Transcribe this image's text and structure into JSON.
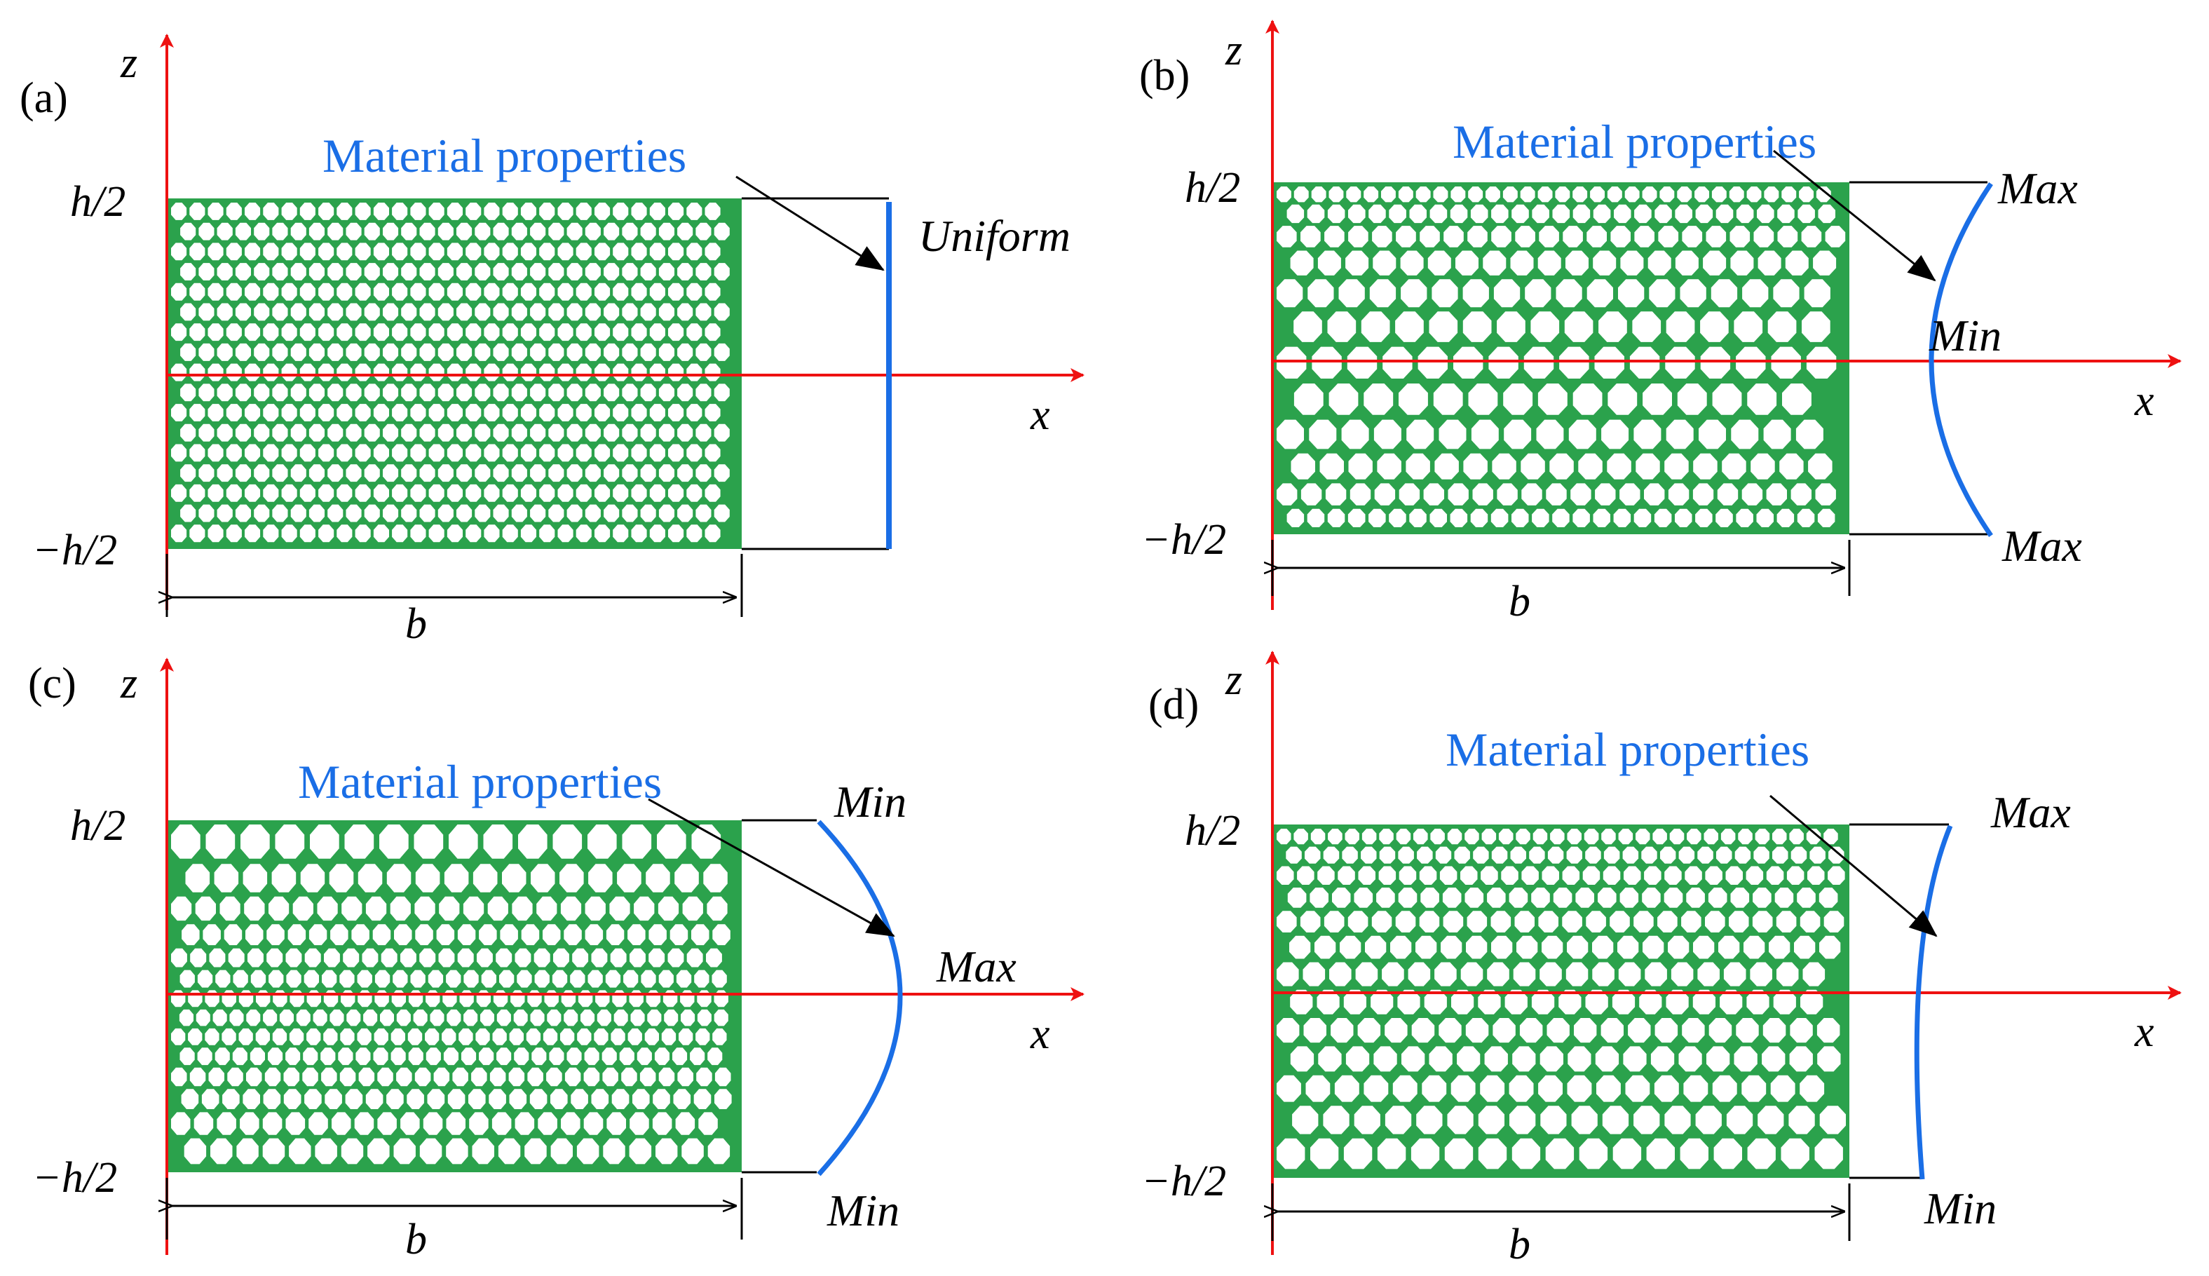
{
  "colors": {
    "foam": "#2ba24c",
    "axis": "#ee1111",
    "curve": "#1a6ee6",
    "ink": "#000000",
    "paper": "#ffffff"
  },
  "panels": [
    {
      "id": "a",
      "tag": "(a)",
      "z_label": "z",
      "x_label": "x",
      "top_label": "h/2",
      "bottom_label": "−h/2",
      "width_label": "b",
      "heading": "Material properties",
      "distribution": "uniform",
      "curve_labels": {
        "top": "",
        "middle": "Uniform",
        "bottom": ""
      },
      "pore_size_top": 0.25,
      "pore_size_mid": 0.25,
      "pore_size_bottom": 0.25
    },
    {
      "id": "b",
      "tag": "(b)",
      "z_label": "z",
      "x_label": "x",
      "top_label": "h/2",
      "bottom_label": "−h/2",
      "width_label": "b",
      "heading": "Material properties",
      "distribution": "symmetric-min-at-midplane",
      "curve_labels": {
        "top": "Max",
        "middle": "Min",
        "bottom": "Max"
      },
      "pore_size_top": 0.2,
      "pore_size_mid": 0.75,
      "pore_size_bottom": 0.2
    },
    {
      "id": "c",
      "tag": "(c)",
      "z_label": "z",
      "x_label": "x",
      "top_label": "h/2",
      "bottom_label": "−h/2",
      "width_label": "b",
      "heading": "Material properties",
      "distribution": "symmetric-max-at-midplane",
      "curve_labels": {
        "top": "Min",
        "middle": "Max",
        "bottom": "Min"
      },
      "pore_size_top": 0.75,
      "pore_size_mid": 0.2,
      "pore_size_bottom": 0.75
    },
    {
      "id": "d",
      "tag": "(d)",
      "z_label": "z",
      "x_label": "x",
      "top_label": "h/2",
      "bottom_label": "−h/2",
      "width_label": "b",
      "heading": "Material properties",
      "distribution": "asymmetric-max-top",
      "curve_labels": {
        "top": "Max",
        "middle": "",
        "bottom": "Min"
      },
      "pore_size_top": 0.2,
      "pore_size_mid": 0.5,
      "pore_size_bottom": 0.8
    }
  ]
}
